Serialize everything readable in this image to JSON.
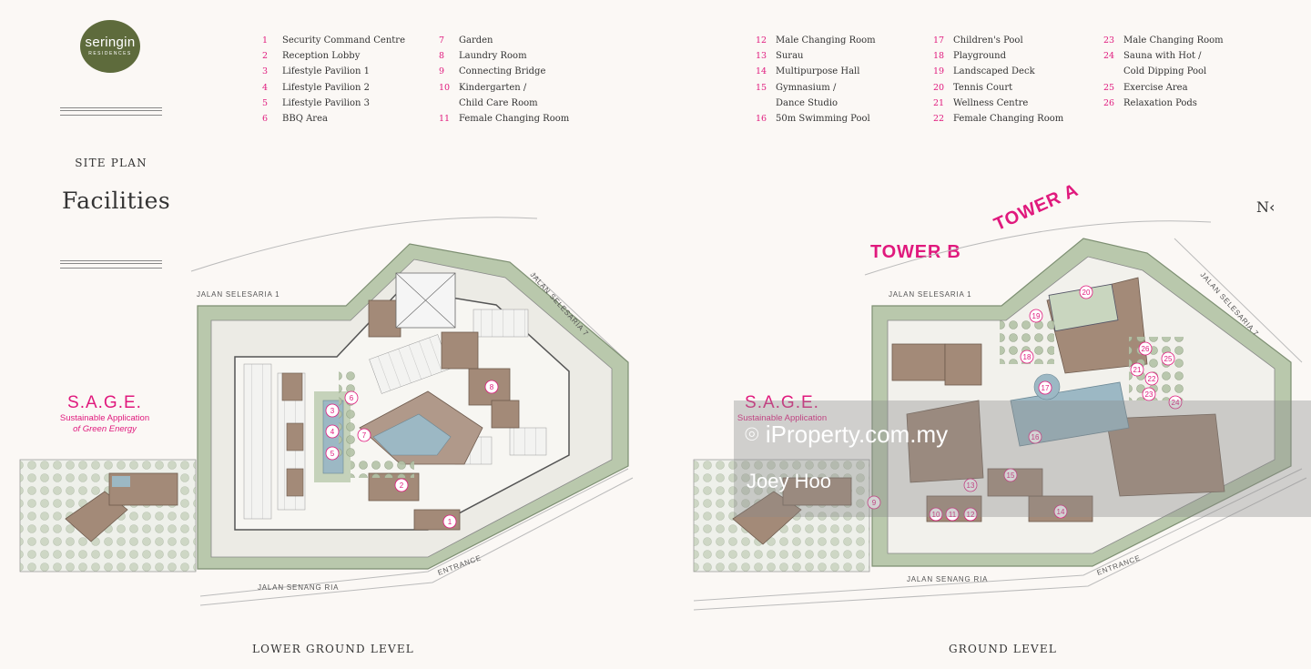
{
  "brand": {
    "name": "seringin",
    "sub": "RESIDENCES"
  },
  "header": {
    "kicker": "SITE PLAN",
    "title": "Facilities"
  },
  "legend": [
    {
      "column": [
        {
          "num": "1",
          "label": "Security Command Centre"
        },
        {
          "num": "2",
          "label": "Reception Lobby"
        },
        {
          "num": "3",
          "label": "Lifestyle Pavilion 1"
        },
        {
          "num": "4",
          "label": "Lifestyle Pavilion 2"
        },
        {
          "num": "5",
          "label": "Lifestyle Pavilion 3"
        },
        {
          "num": "6",
          "label": "BBQ Area"
        }
      ]
    },
    {
      "column": [
        {
          "num": "7",
          "label": "Garden"
        },
        {
          "num": "8",
          "label": "Laundry Room"
        },
        {
          "num": "9",
          "label": "Connecting Bridge"
        },
        {
          "num": "10",
          "label": "Kindergarten /",
          "cont": "Child Care Room"
        },
        {
          "num": "11",
          "label": "Female Changing Room"
        }
      ]
    },
    {
      "column": [
        {
          "num": "12",
          "label": "Male Changing Room"
        },
        {
          "num": "13",
          "label": "Surau"
        },
        {
          "num": "14",
          "label": "Multipurpose Hall"
        },
        {
          "num": "15",
          "label": "Gymnasium /",
          "cont": "Dance Studio"
        },
        {
          "num": "16",
          "label": "50m Swimming Pool"
        }
      ]
    },
    {
      "column": [
        {
          "num": "17",
          "label": "Children's Pool"
        },
        {
          "num": "18",
          "label": "Playground"
        },
        {
          "num": "19",
          "label": "Landscaped Deck"
        },
        {
          "num": "20",
          "label": "Tennis Court"
        },
        {
          "num": "21",
          "label": "Wellness Centre"
        },
        {
          "num": "22",
          "label": "Female Changing Room"
        }
      ]
    },
    {
      "column": [
        {
          "num": "23",
          "label": "Male Changing Room"
        },
        {
          "num": "24",
          "label": "Sauna with Hot /",
          "cont": "Cold Dipping Pool"
        },
        {
          "num": "25",
          "label": "Exercise Area"
        },
        {
          "num": "26",
          "label": "Relaxation Pods"
        }
      ]
    }
  ],
  "lower": {
    "level": "LOWER GROUND LEVEL",
    "sage": {
      "title": "S.A.G.E.",
      "line1": "Sustainable Application",
      "line2": "of Green Energy"
    },
    "roads": {
      "r1": "JALAN SELESARIA 1",
      "r7": "JALAN SELESARIA 7",
      "senang": "JALAN SENANG RIA",
      "entrance": "ENTRANCE"
    },
    "markers": [
      "1",
      "2",
      "3",
      "4",
      "5",
      "6",
      "7",
      "8"
    ]
  },
  "ground": {
    "level": "GROUND LEVEL",
    "tower_a": "TOWER A",
    "tower_b": "TOWER B",
    "north": "N",
    "sage": {
      "title": "S.A.G.E.",
      "line1": "Sustainable Application"
    },
    "roads": {
      "r1": "JALAN SELESARIA 1",
      "r7": "JALAN SELESARIA 7",
      "senang": "JALAN SENANG RIA",
      "entrance": "ENTRANCE"
    },
    "markers": [
      "9",
      "10",
      "11",
      "12",
      "13",
      "14",
      "15",
      "16",
      "17",
      "18",
      "19",
      "20",
      "21",
      "22",
      "23",
      "24",
      "25",
      "26"
    ]
  },
  "watermark": {
    "site": "iProperty.com.my",
    "agent": "Joey Hoo"
  },
  "colors": {
    "accent": "#e0197d",
    "landscape": "#b9c8ac",
    "building": "#a38a78",
    "water": "#9cb8c4",
    "brand": "#5e6b3c"
  }
}
